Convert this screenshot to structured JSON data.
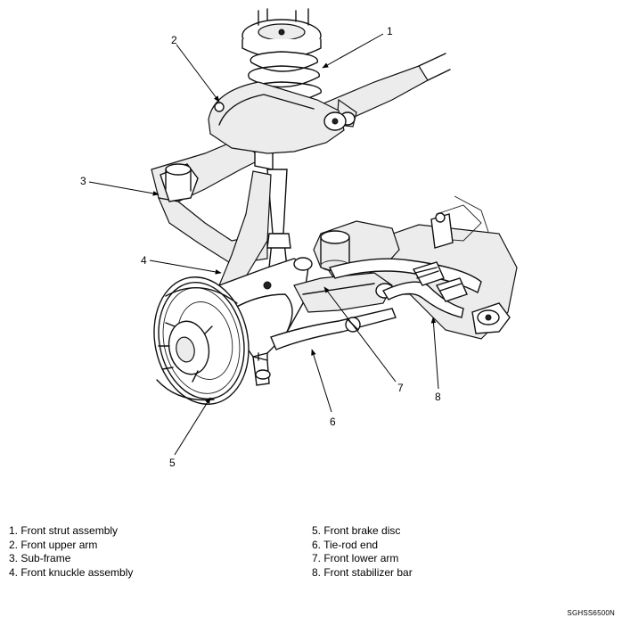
{
  "callouts": {
    "c1": "1",
    "c2": "2",
    "c3": "3",
    "c4": "4",
    "c5": "5",
    "c6": "6",
    "c7": "7",
    "c8": "8"
  },
  "legend": {
    "left": [
      "1. Front strut assembly",
      "2. Front upper arm",
      "3. Sub-frame",
      "4. Front knuckle assembly"
    ],
    "right": [
      "5. Front brake disc",
      "6. Tie-rod end",
      "7. Front lower arm",
      "8. Front stabilizer bar"
    ]
  },
  "figure_code": "SGHSS6500N"
}
